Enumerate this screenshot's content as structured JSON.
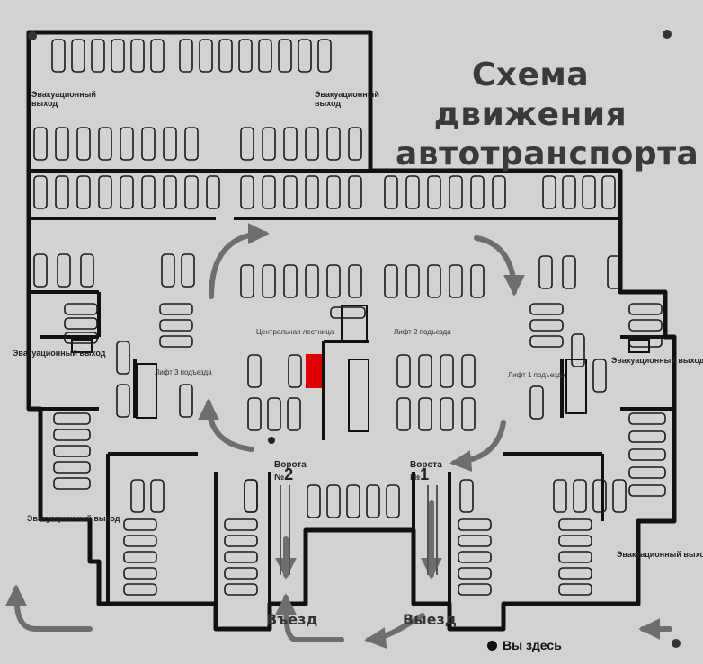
{
  "title": {
    "line1": "Схема движения",
    "line2": "автотранспорта"
  },
  "evacuation_exit": {
    "line1": "Эвакуационный",
    "line2": "выход",
    "single": "Эвакуационный выход"
  },
  "stairs": "Центральная лестница",
  "lifts": {
    "lift1": "Лифт 1 подъезда",
    "lift2": "Лифт 2 подъезда",
    "lift3": "Лифт 3 подъезда"
  },
  "gates": {
    "gate1": {
      "word": "Ворота",
      "num_prefix": "№",
      "num": "1"
    },
    "gate2": {
      "word": "Ворота",
      "num_prefix": "№",
      "num": "2"
    }
  },
  "entry": "Въезд",
  "exit": "Выезд",
  "legend": {
    "you_are_here": "Вы здесь"
  },
  "colors": {
    "you_are_here_marker": "#e00000",
    "background": "#d2d2d2",
    "walls": "#111111"
  }
}
